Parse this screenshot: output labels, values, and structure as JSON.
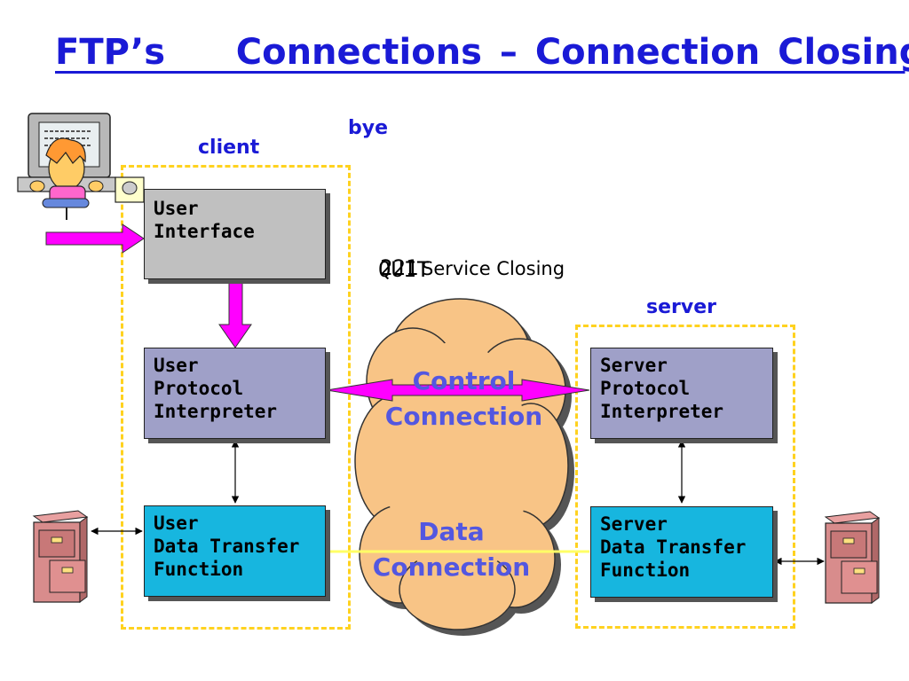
{
  "title": "FTP’s    Connections – Connection Closing",
  "labels": {
    "client": "client",
    "server": "server",
    "bye": "bye"
  },
  "boxes": {
    "user_interface": "User\nInterface",
    "user_pi": "User\nProtocol\nInterpreter",
    "user_dtf": "User\n Data Transfer\nFunction",
    "server_pi": "Server\nProtocol\nInterpreter",
    "server_dtf": "Server\n Data Transfer\nFunction"
  },
  "cloud": {
    "control": "Control\nConnection",
    "data": "Data\nConnection"
  },
  "overlay": {
    "quit": "QUIT",
    "code": "221",
    "service_closing": "Service Closing"
  },
  "colors": {
    "title_blue": "#1a1ad6",
    "magenta_arrow": "#ff00ff",
    "dashed_yellow": "#ffd21f",
    "cloud_fill": "#f8c486",
    "data_line": "#ffff66"
  },
  "icons": [
    "user-at-computer-icon",
    "file-cabinet-icon"
  ]
}
